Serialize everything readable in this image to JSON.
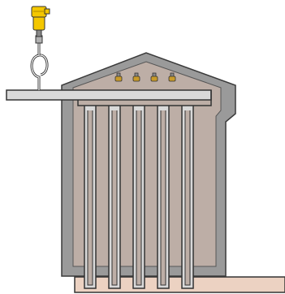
{
  "diagram": {
    "components": [
      {
        "name": "pressure-transmitter",
        "label": ""
      },
      {
        "name": "siphon-loop",
        "label": ""
      },
      {
        "name": "inlet-pipe",
        "label": ""
      },
      {
        "name": "boiler-housing",
        "label": ""
      },
      {
        "name": "heat-exchanger-tubes",
        "label": ""
      },
      {
        "name": "burner-nozzles",
        "label": ""
      },
      {
        "name": "floor-slab",
        "label": ""
      }
    ],
    "tube_count": 5,
    "nozzle_count": 4,
    "colors": {
      "outer_wall": "#9a9a9a",
      "outer_wall_stroke": "#3a3a3a",
      "inner_chamber": "#bdaea6",
      "pipe": "#d9d9d9",
      "pipe_stroke": "#333333",
      "transmitter_yellow": "#f4c700",
      "nozzle_gold": "#c89a2a",
      "floor_fill": "#ecd2c2"
    }
  }
}
